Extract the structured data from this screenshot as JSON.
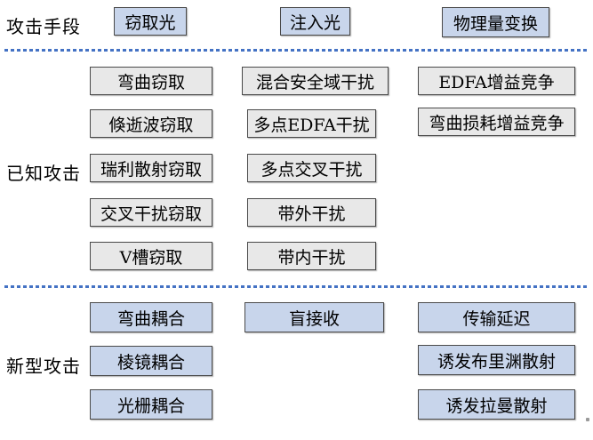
{
  "colors": {
    "box_blue": "#c8d5eb",
    "box_gray": "#e8e8e8",
    "box_border": "#4a4a4a",
    "divider_blue": "#4472c4",
    "text": "#000000"
  },
  "section_labels": {
    "attack_means": "攻击手段",
    "known_attacks": "已知攻击",
    "new_attacks": "新型攻击"
  },
  "attack_means": {
    "light_tapping": "窃取光",
    "light_injection": "注入光",
    "physical_quantity_transform": "物理量变换"
  },
  "known_attacks": {
    "tapping": {
      "bend_tapping": "弯曲窃取",
      "evanescent_wave_tapping": "倏逝波窃取",
      "rayleigh_scattering_tapping": "瑞利散射窃取",
      "crosstalk_tapping": "交叉干扰窃取",
      "v_groove_tapping": "V槽窃取"
    },
    "injection": {
      "mixed_security_domain_jamming": "混合安全域干扰",
      "multipoint_edfa_jamming": "多点EDFA干扰",
      "multipoint_crosstalk_jamming": "多点交叉干扰",
      "out_of_band_jamming": "带外干扰",
      "in_band_jamming": "带内干扰"
    },
    "physical": {
      "edfa_gain_competition": "EDFA增益竞争",
      "bend_loss_gain_competition": "弯曲损耗增益竞争"
    }
  },
  "new_attacks": {
    "tapping": {
      "bend_coupling": "弯曲耦合",
      "prism_coupling": "棱镜耦合",
      "grating_coupling": "光栅耦合"
    },
    "injection": {
      "blind_reception": "盲接收"
    },
    "physical": {
      "transmission_delay": "传输延迟",
      "induced_brillouin_scattering": "诱发布里渊散射",
      "induced_raman_scattering": "诱发拉曼散射"
    }
  }
}
